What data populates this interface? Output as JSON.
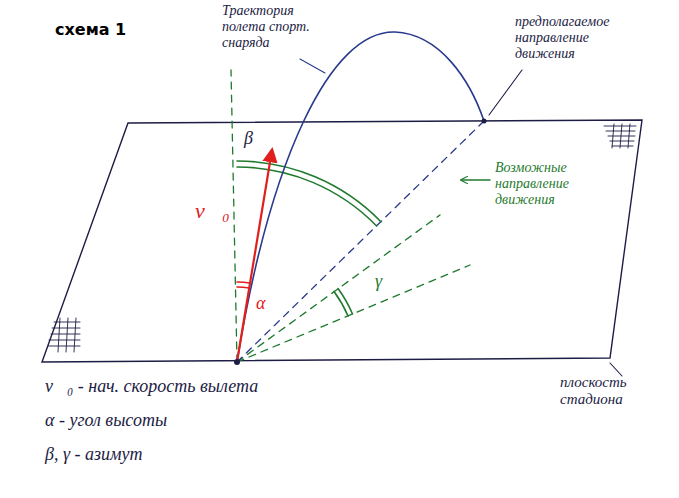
{
  "diagram": {
    "title": "схема 1",
    "labels": [
      "Траектория полета спорт. снаряда",
      "предполагаемое направление движения",
      "β",
      "Возможные направление движения",
      "γ",
      "v⃗₀",
      "α",
      "плоскость стадиона",
      "v⃗₀ - нач. скорость вылета",
      "α - угол высоты",
      "β, γ - азимут"
    ]
  }
}
